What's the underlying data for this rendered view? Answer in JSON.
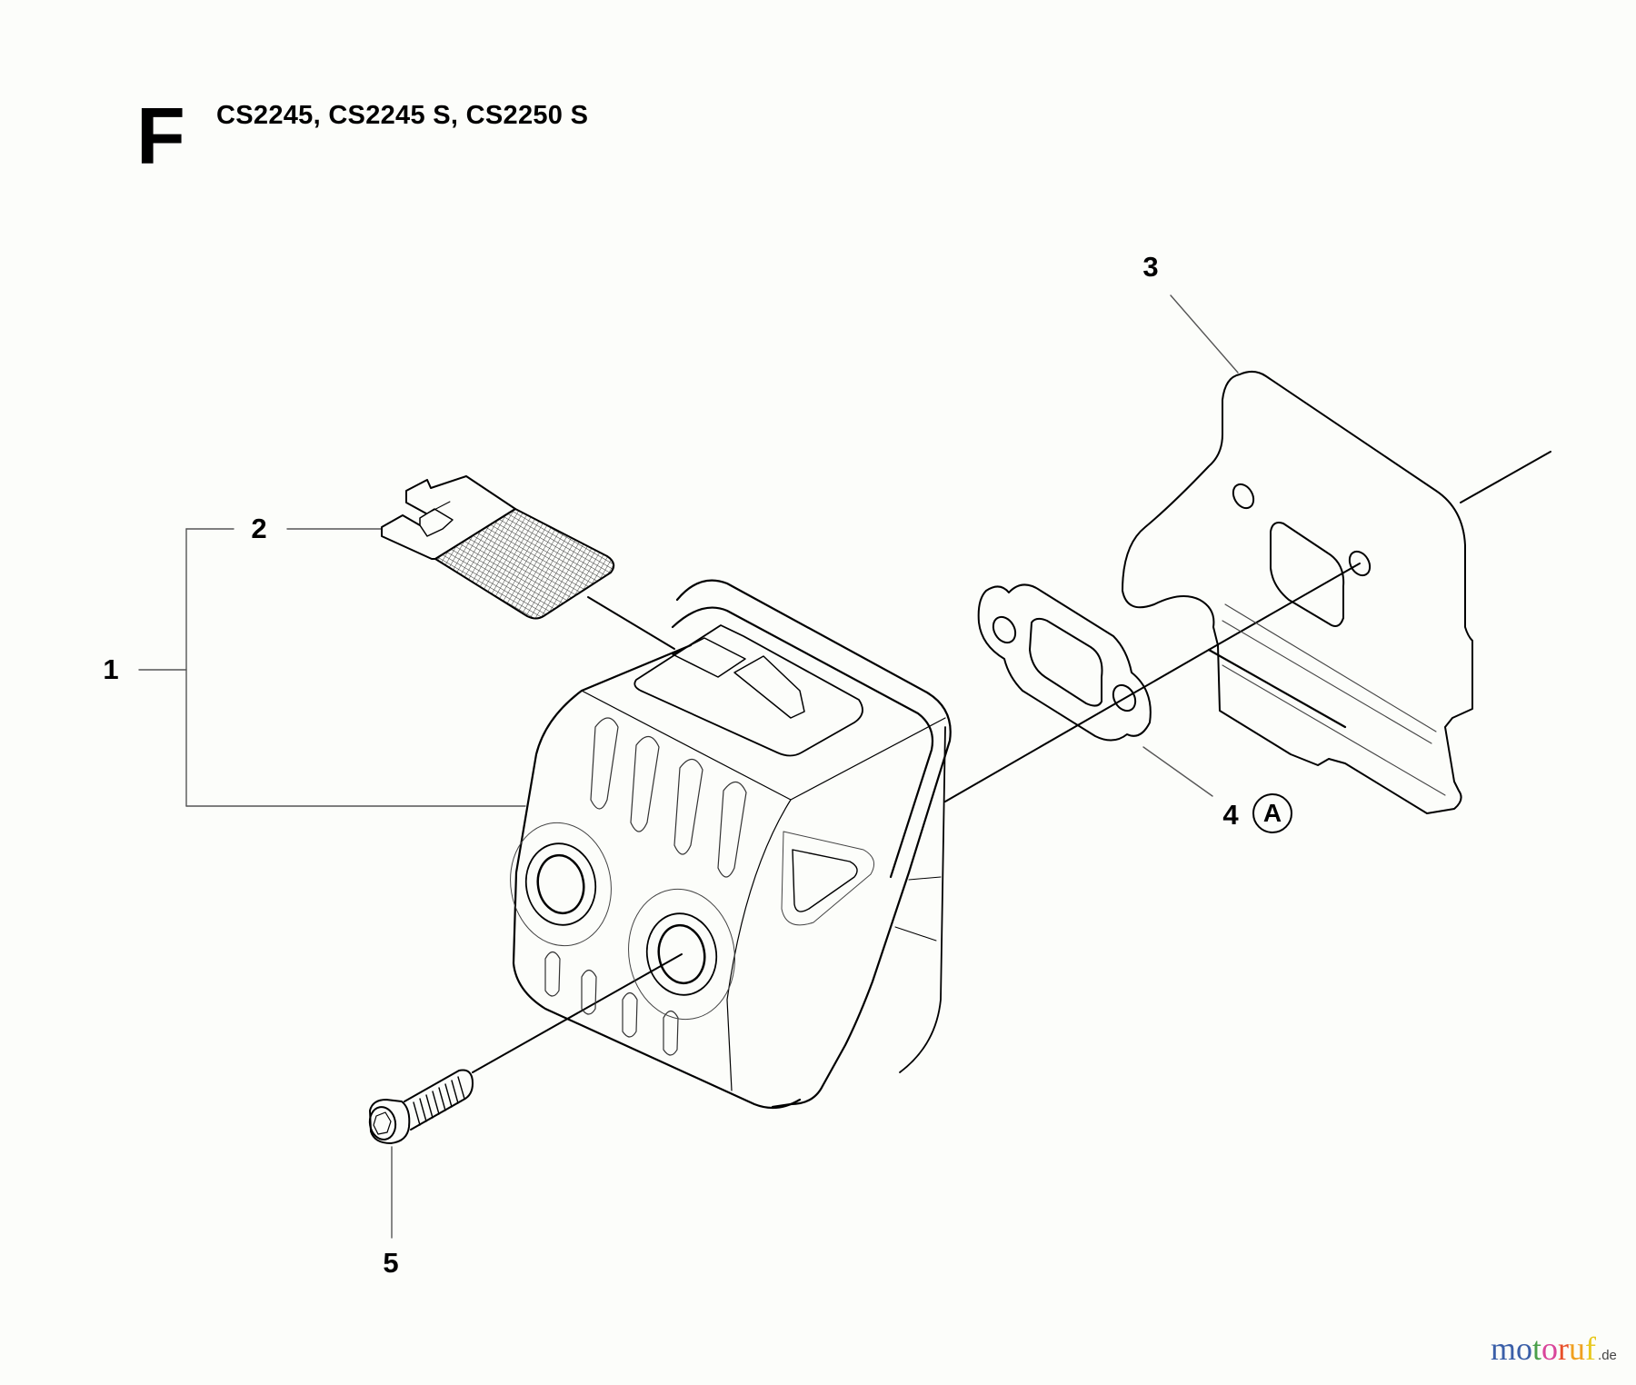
{
  "header": {
    "section_letter": "F",
    "models": "CS2245, CS2245 S, CS2250 S"
  },
  "callouts": [
    {
      "id": "1",
      "label": "1",
      "part": "muffler-assembly"
    },
    {
      "id": "2",
      "label": "2",
      "part": "spark-arrestor-screen"
    },
    {
      "id": "3",
      "label": "3",
      "part": "heat-shield-plate"
    },
    {
      "id": "4",
      "label": "4",
      "part": "muffler-gasket",
      "note_symbol": "A"
    },
    {
      "id": "5",
      "label": "5",
      "part": "socket-head-screw"
    }
  ],
  "watermark": {
    "letters": [
      {
        "ch": "m",
        "color": "#3a5fa8"
      },
      {
        "ch": "o",
        "color": "#3a5fa8"
      },
      {
        "ch": "t",
        "color": "#4aa04a"
      },
      {
        "ch": "o",
        "color": "#d9459a"
      },
      {
        "ch": "r",
        "color": "#e8502a"
      },
      {
        "ch": "u",
        "color": "#f0a020"
      },
      {
        "ch": "f",
        "color": "#e8c820"
      }
    ],
    "tld": ".de"
  },
  "colors": {
    "background": "#fcfdfa",
    "line": "#000000",
    "leader": "#555555"
  }
}
